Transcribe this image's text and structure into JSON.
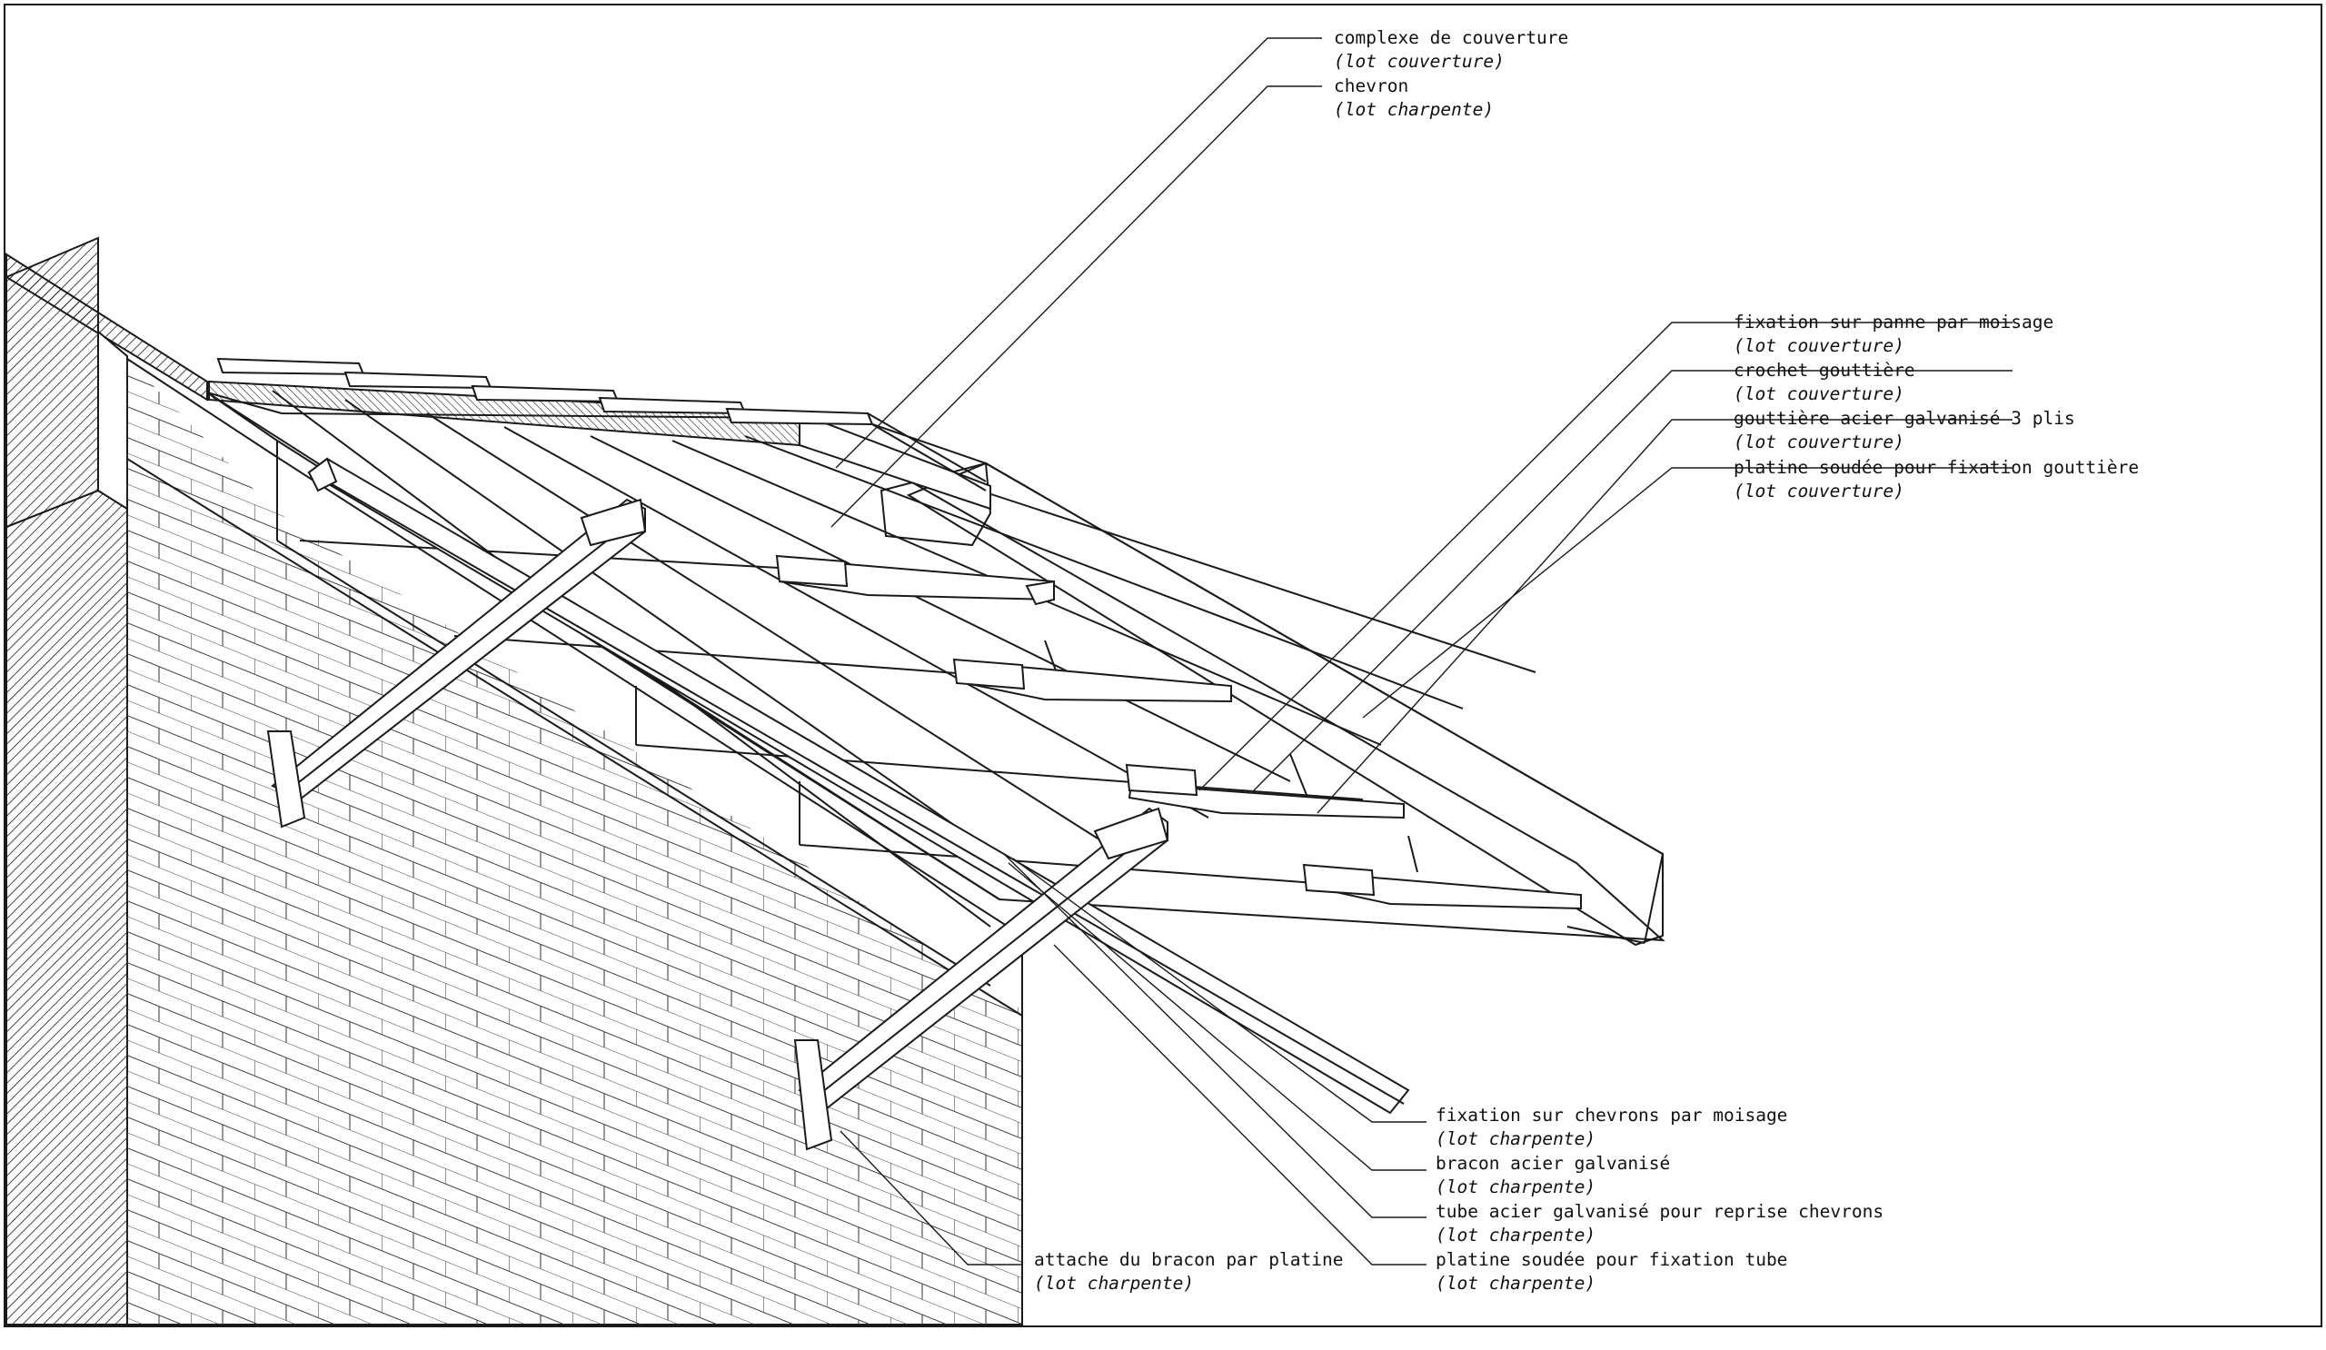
{
  "colors": {
    "ink": "#1a1a1a",
    "background": "#ffffff"
  },
  "callouts": {
    "complexe": {
      "name": "complexe de couverture",
      "lot": "(lot couverture)"
    },
    "chevron": {
      "name": "chevron",
      "lot": "(lot charpente)"
    },
    "fixation_panne": {
      "name": "fixation sur panne par moisage",
      "lot": "(lot couverture)"
    },
    "crochet": {
      "name": "crochet gouttière",
      "lot": "(lot couverture)"
    },
    "gouttiere": {
      "name": "gouttière acier galvanisé 3 plis",
      "lot": "(lot couverture)"
    },
    "platine_gouttiere": {
      "name": "platine soudée pour fixation gouttière",
      "lot": "(lot couverture)"
    },
    "fixation_chevrons": {
      "name": "fixation sur chevrons par moisage",
      "lot": "(lot charpente)"
    },
    "bracon": {
      "name": "bracon acier galvanisé",
      "lot": "(lot charpente)"
    },
    "tube": {
      "name": "tube acier galvanisé pour reprise chevrons",
      "lot": "(lot charpente)"
    },
    "platine_tube": {
      "name": "platine soudée pour fixation tube",
      "lot": "(lot charpente)"
    },
    "attache": {
      "name": "attache du bracon par platine",
      "lot": "(lot charpente)"
    }
  }
}
